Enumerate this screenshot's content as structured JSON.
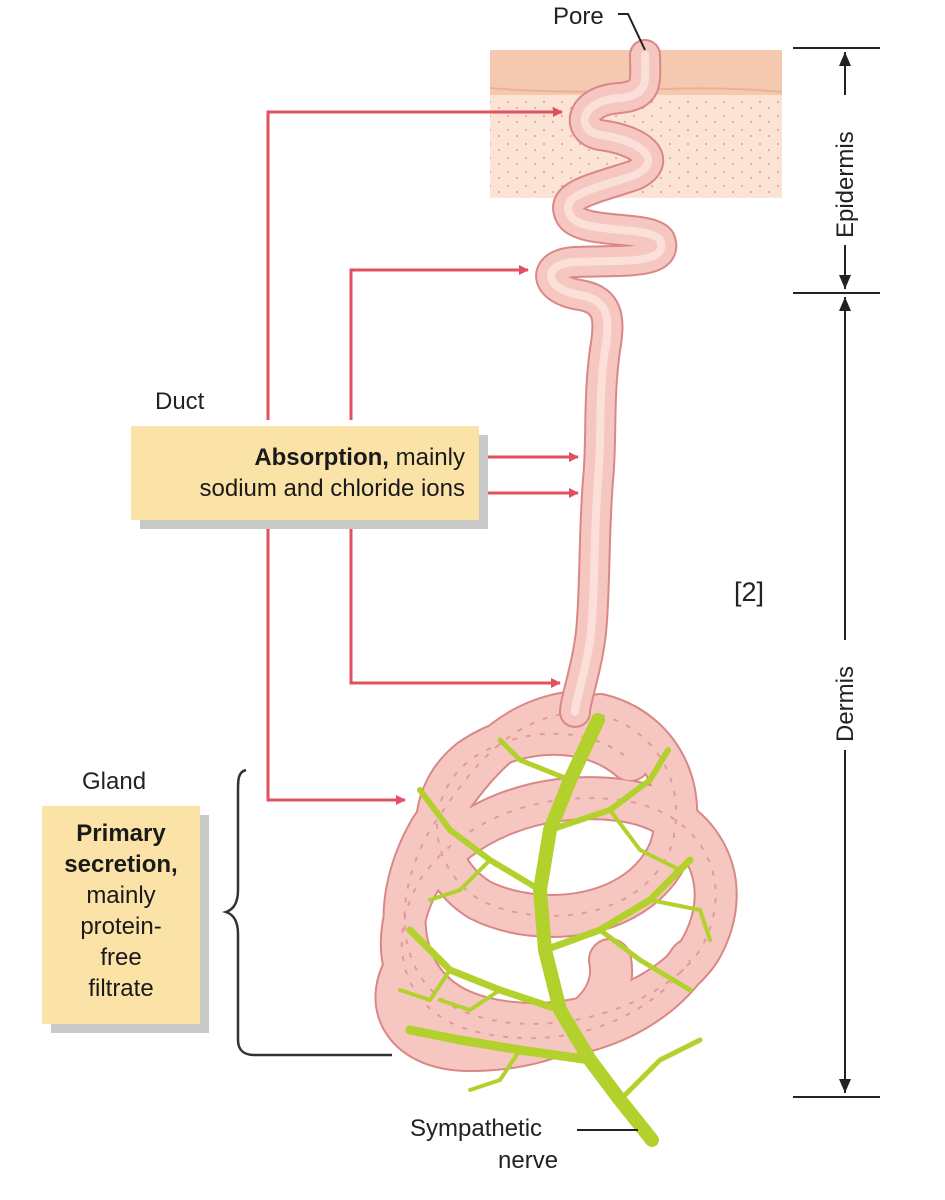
{
  "labels": {
    "pore": "Pore",
    "duct": "Duct",
    "gland": "Gland",
    "epidermis": "Epidermis",
    "dermis": "Dermis",
    "question_marker": "[2]",
    "sympathetic_line1": "Sympathetic",
    "sympathetic_line2": "nerve"
  },
  "absorption_box": {
    "bold": "Absorption,",
    "rest_line1": " mainly",
    "line2": "sodium and chloride ions"
  },
  "secretion_box": {
    "bold_line1": "Primary",
    "bold_line2": "secretion,",
    "line3": "mainly",
    "line4": "protein-",
    "line5": "free",
    "line6": "filtrate"
  },
  "colors": {
    "arrow": "#e0505e",
    "duct_fill": "#f6c7c0",
    "duct_edge": "#d98787",
    "epidermis": "#f8dccb",
    "nerve": "#b3d12c",
    "box": "#fbe3a8"
  }
}
